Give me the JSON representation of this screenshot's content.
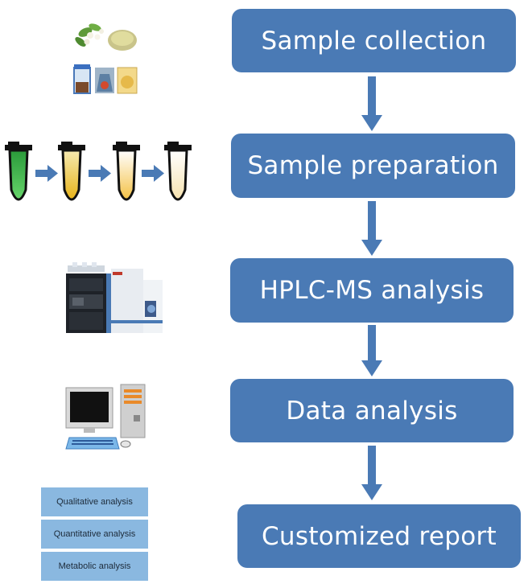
{
  "steps": [
    {
      "label": "Sample collection"
    },
    {
      "label": "Sample preparation"
    },
    {
      "label": "HPLC-MS analysis"
    },
    {
      "label": "Data analysis"
    },
    {
      "label": "Customized report"
    }
  ],
  "report_items": [
    {
      "label": "Qualitative analysis"
    },
    {
      "label": "Quantitative analysis"
    },
    {
      "label": "Metabolic analysis"
    }
  ],
  "colors": {
    "step_box": "#4a7ab5",
    "arrow": "#4a7ab5",
    "report_tag": "#8ab8e0"
  },
  "illustrations": [
    {
      "icon": "sample-collection-icon"
    },
    {
      "icon": "test-tubes-icon"
    },
    {
      "icon": "hplc-instrument-icon"
    },
    {
      "icon": "computer-icon"
    }
  ]
}
